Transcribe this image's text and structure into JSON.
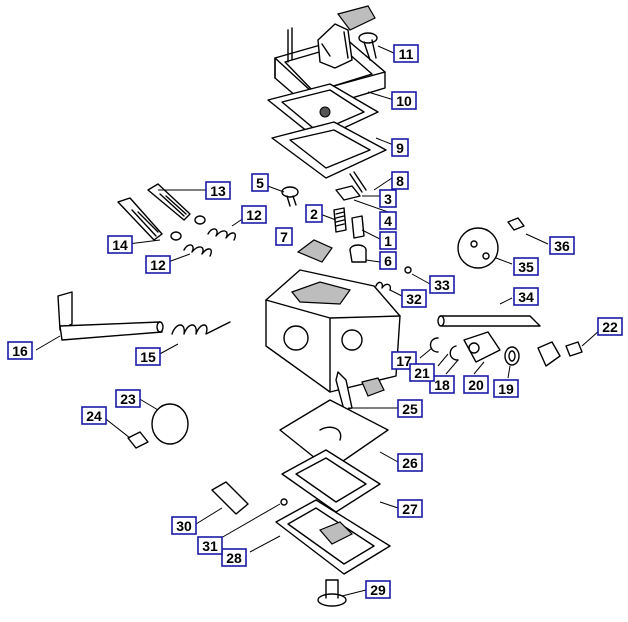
{
  "callouts": [
    {
      "label": "1"
    },
    {
      "label": "2"
    },
    {
      "label": "3"
    },
    {
      "label": "4"
    },
    {
      "label": "5"
    },
    {
      "label": "6"
    },
    {
      "label": "7"
    },
    {
      "label": "8"
    },
    {
      "label": "9"
    },
    {
      "label": "10"
    },
    {
      "label": "11"
    },
    {
      "label": "12"
    },
    {
      "label": "12"
    },
    {
      "label": "13"
    },
    {
      "label": "14"
    },
    {
      "label": "15"
    },
    {
      "label": "16"
    },
    {
      "label": "17"
    },
    {
      "label": "18"
    },
    {
      "label": "19"
    },
    {
      "label": "20"
    },
    {
      "label": "21"
    },
    {
      "label": "22"
    },
    {
      "label": "23"
    },
    {
      "label": "24"
    },
    {
      "label": "25"
    },
    {
      "label": "26"
    },
    {
      "label": "27"
    },
    {
      "label": "28"
    },
    {
      "label": "29"
    },
    {
      "label": "30"
    },
    {
      "label": "31"
    },
    {
      "label": "32"
    },
    {
      "label": "33"
    },
    {
      "label": "34"
    },
    {
      "label": "35"
    },
    {
      "label": "36"
    }
  ],
  "colors": {
    "callout_border": "#1a1aa6",
    "line": "#000000",
    "background": "#ffffff"
  }
}
